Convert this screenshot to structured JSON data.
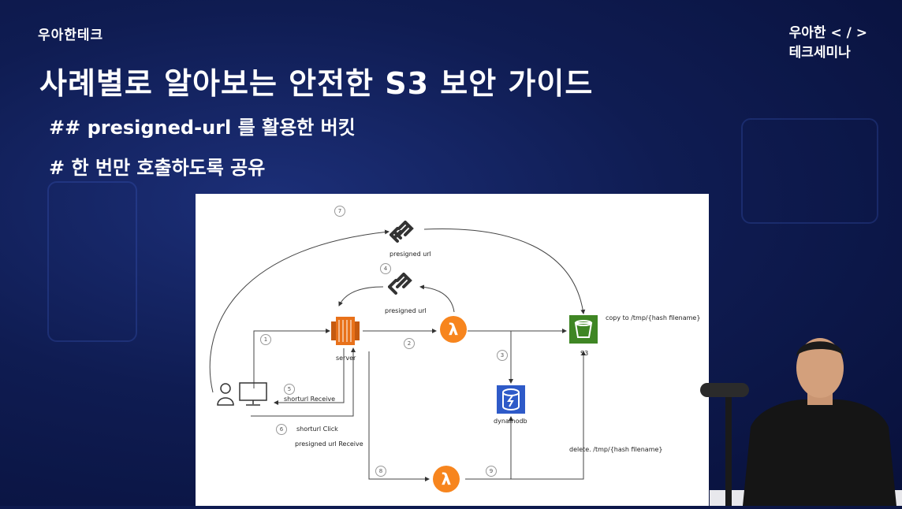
{
  "brand_left": "우아한테크",
  "brand_right": [
    "우아한 < / >",
    "테크세미나"
  ],
  "title": "사례별로 알아보는 안전한 S3 보안 가이드",
  "subtitle1": "## presigned-url 를 활용한 버킷",
  "subtitle2": "# 한 번만 호출하도록 공유",
  "diagram": {
    "labels": {
      "presigned_top": "presigned url",
      "presigned_mid": "presigned url",
      "server": "server",
      "s3": "S3",
      "copy_to": "copy to /tmp/{hash filename}",
      "dynamodb": "dynamodb",
      "shorturl_receive": "shorturl Receive",
      "shorturl_click": "shorturl Click",
      "presigned_receive": "presigned url Receive",
      "delete": "delete. /tmp/{hash filename}"
    },
    "steps": [
      "1",
      "2",
      "3",
      "4",
      "5",
      "6",
      "7",
      "8",
      "9"
    ],
    "icons": {
      "link": "link-chain-icon",
      "server": "ec2-server-icon",
      "lambda": "lambda-icon",
      "s3": "s3-bucket-icon",
      "dynamodb": "dynamodb-icon",
      "user": "user-computer-icon"
    },
    "colors": {
      "lambda": "#f7851e",
      "s3": "#3f8624",
      "server": "#e8711a",
      "dynamodb": "#2e5ac8"
    }
  }
}
